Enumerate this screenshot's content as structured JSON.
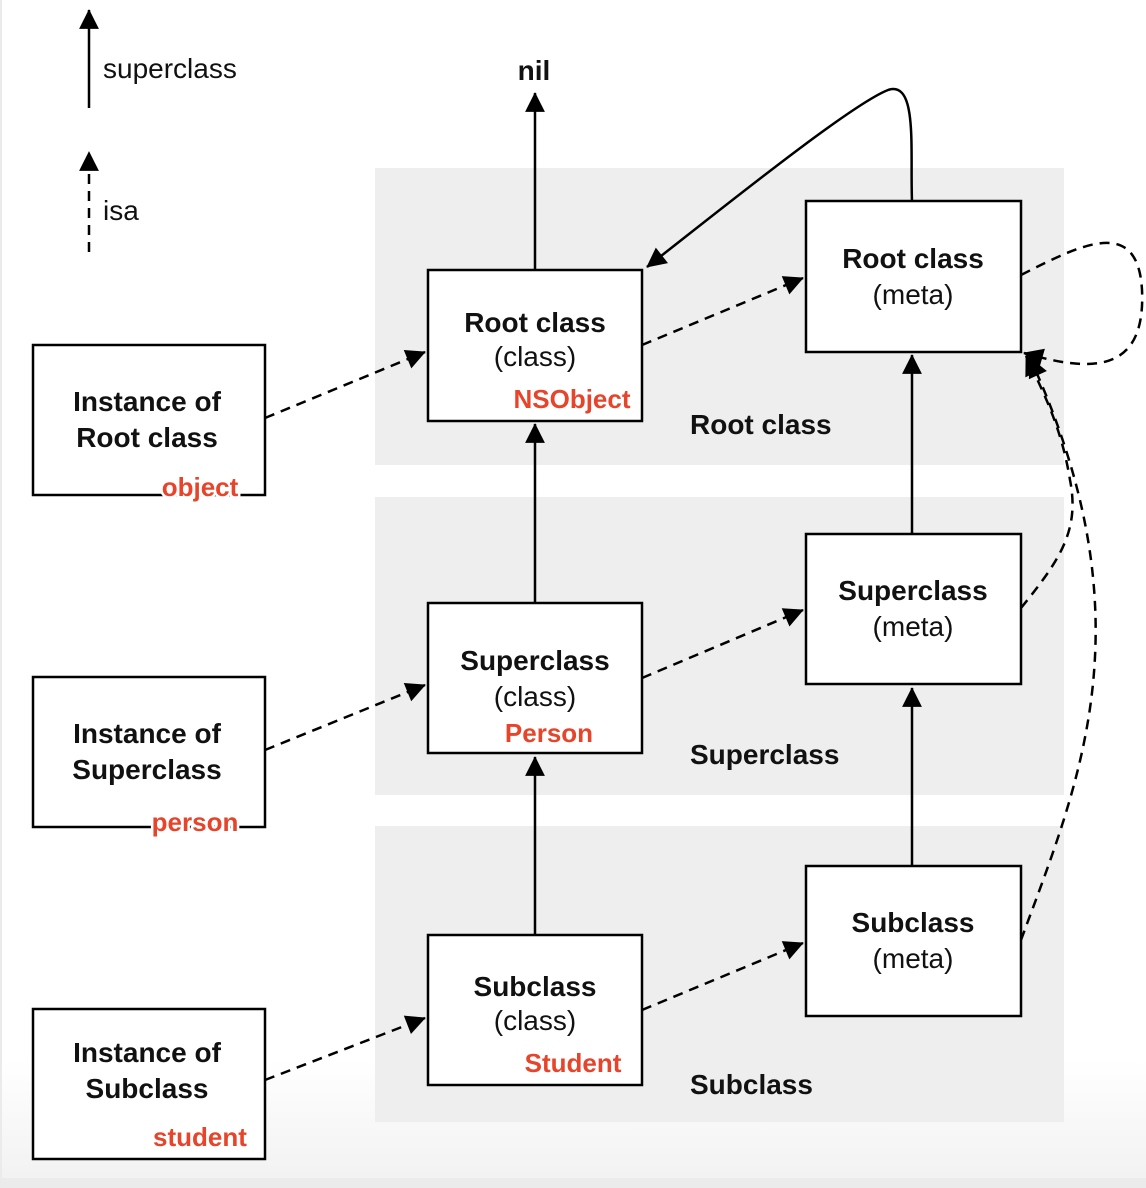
{
  "legend": {
    "superclass": "superclass",
    "isa": "isa"
  },
  "nil": "nil",
  "bands": [
    "Root class",
    "Superclass",
    "Subclass"
  ],
  "instances": [
    {
      "line1": "Instance of",
      "line2": "Root class",
      "tag": "object"
    },
    {
      "line1": "Instance of",
      "line2": "Superclass",
      "tag": "person"
    },
    {
      "line1": "Instance of",
      "line2": "Subclass",
      "tag": "student"
    }
  ],
  "classes": [
    {
      "line1": "Root class",
      "line2": "(class)",
      "tag": "NSObject"
    },
    {
      "line1": "Superclass",
      "line2": "(class)",
      "tag": "Person"
    },
    {
      "line1": "Subclass",
      "line2": "(class)",
      "tag": "Student"
    }
  ],
  "metas": [
    {
      "line1": "Root class",
      "line2": "(meta)"
    },
    {
      "line1": "Superclass",
      "line2": "(meta)"
    },
    {
      "line1": "Subclass",
      "line2": "(meta)"
    }
  ],
  "colors": {
    "annotation": "#e6452b",
    "band": "#eeeeee"
  }
}
